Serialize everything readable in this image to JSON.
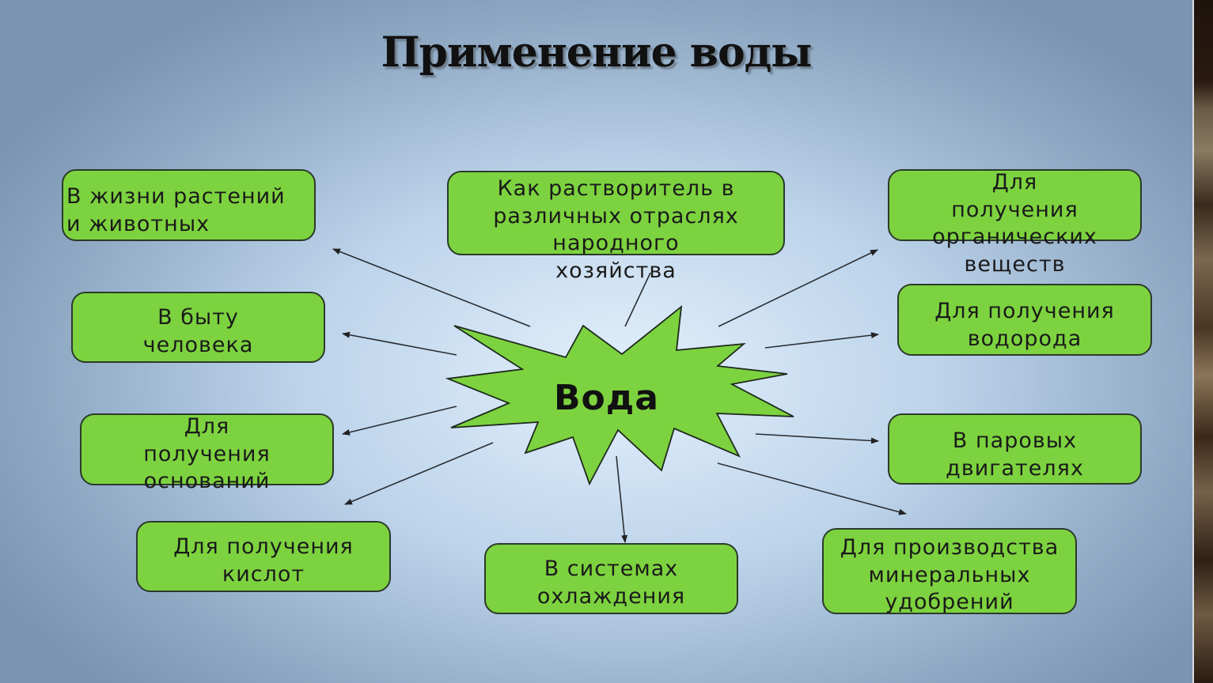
{
  "title": "Применение воды",
  "center": "Вода",
  "boxes": [
    "В жизни растений\nи животных",
    "Как растворитель в\nразличных отраслях\nнародного\nхозяйства",
    "Для\nполучения\nорганических\nвеществ",
    "В быту\nчеловека",
    "Для получения\nводорода",
    "Для\nполучения\nоснований",
    "В паровых\nдвигателях",
    "Для получения\nкислот",
    "В системах\nохлаждения",
    "Для производства\nминеральных\nудобрений"
  ],
  "colors": {
    "box_fill": "#7dd33f",
    "star_fill": "#7dd33f",
    "border": "#2b3a2b"
  }
}
